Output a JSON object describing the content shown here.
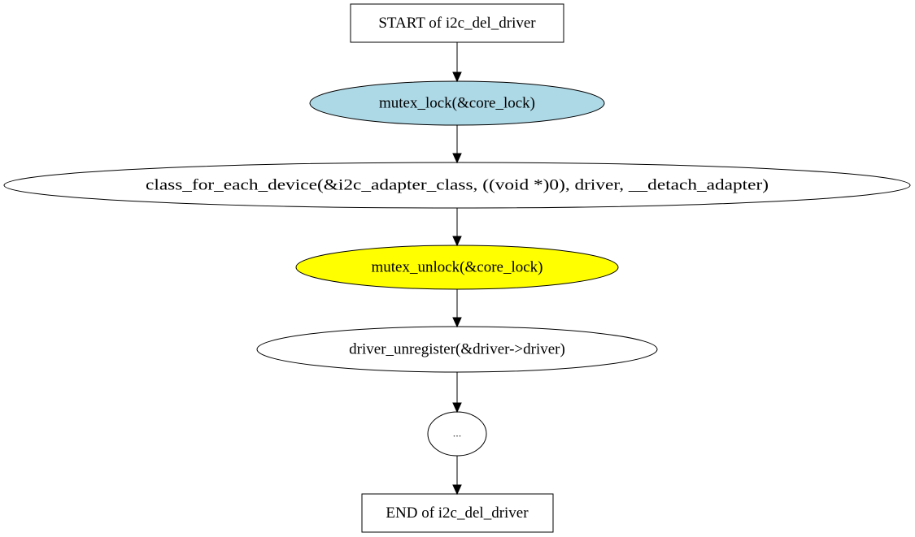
{
  "diagram": {
    "nodes": [
      {
        "id": "start",
        "shape": "box",
        "label": "START of i2c_del_driver",
        "fill": "#ffffff"
      },
      {
        "id": "mutex-lock",
        "shape": "ellipse",
        "label": "mutex_lock(&core_lock)",
        "fill": "#add8e6"
      },
      {
        "id": "class-for-each-device",
        "shape": "ellipse",
        "label": "class_for_each_device(&i2c_adapter_class, ((void *)0), driver, __detach_adapter)",
        "fill": "#ffffff"
      },
      {
        "id": "mutex-unlock",
        "shape": "ellipse",
        "label": "mutex_unlock(&core_lock)",
        "fill": "#ffff00"
      },
      {
        "id": "driver-unregister",
        "shape": "ellipse",
        "label": "driver_unregister(&driver->driver)",
        "fill": "#ffffff"
      },
      {
        "id": "ellipsis",
        "shape": "ellipse",
        "label": "...",
        "fill": "#ffffff"
      },
      {
        "id": "end",
        "shape": "box",
        "label": "END of i2c_del_driver",
        "fill": "#ffffff"
      }
    ],
    "edges": [
      {
        "from": "start",
        "to": "mutex-lock"
      },
      {
        "from": "mutex-lock",
        "to": "class-for-each-device"
      },
      {
        "from": "class-for-each-device",
        "to": "mutex-unlock"
      },
      {
        "from": "mutex-unlock",
        "to": "driver-unregister"
      },
      {
        "from": "driver-unregister",
        "to": "ellipsis"
      },
      {
        "from": "ellipsis",
        "to": "end"
      }
    ]
  }
}
